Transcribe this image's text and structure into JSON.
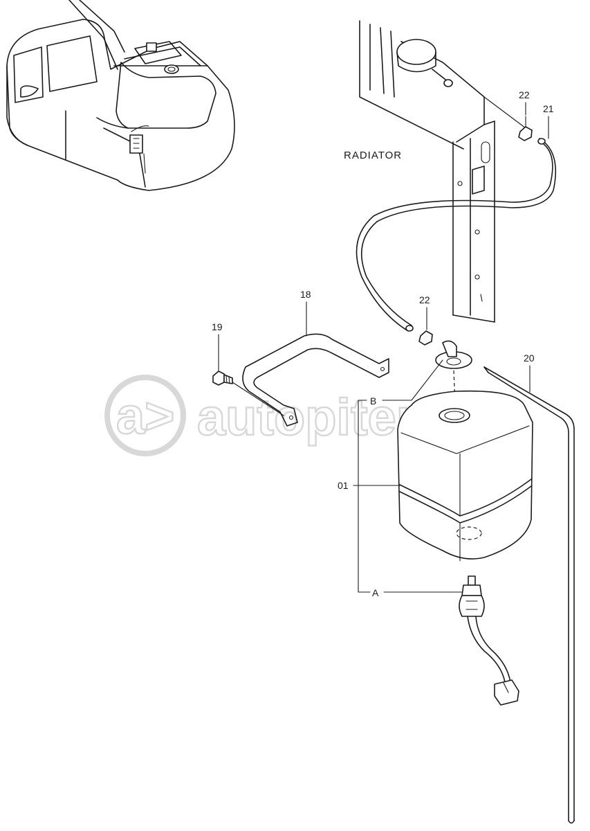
{
  "diagram": {
    "radiator_label": "RADIATOR",
    "parts": {
      "p01": "01",
      "p18": "18",
      "p19": "19",
      "p20": "20",
      "p21": "21",
      "p22a": "22",
      "p22b": "22"
    },
    "connectors": {
      "a": "A",
      "b": "B"
    }
  },
  "watermark": {
    "text": "autopiter.ru",
    "logo_glyph": "a>"
  }
}
